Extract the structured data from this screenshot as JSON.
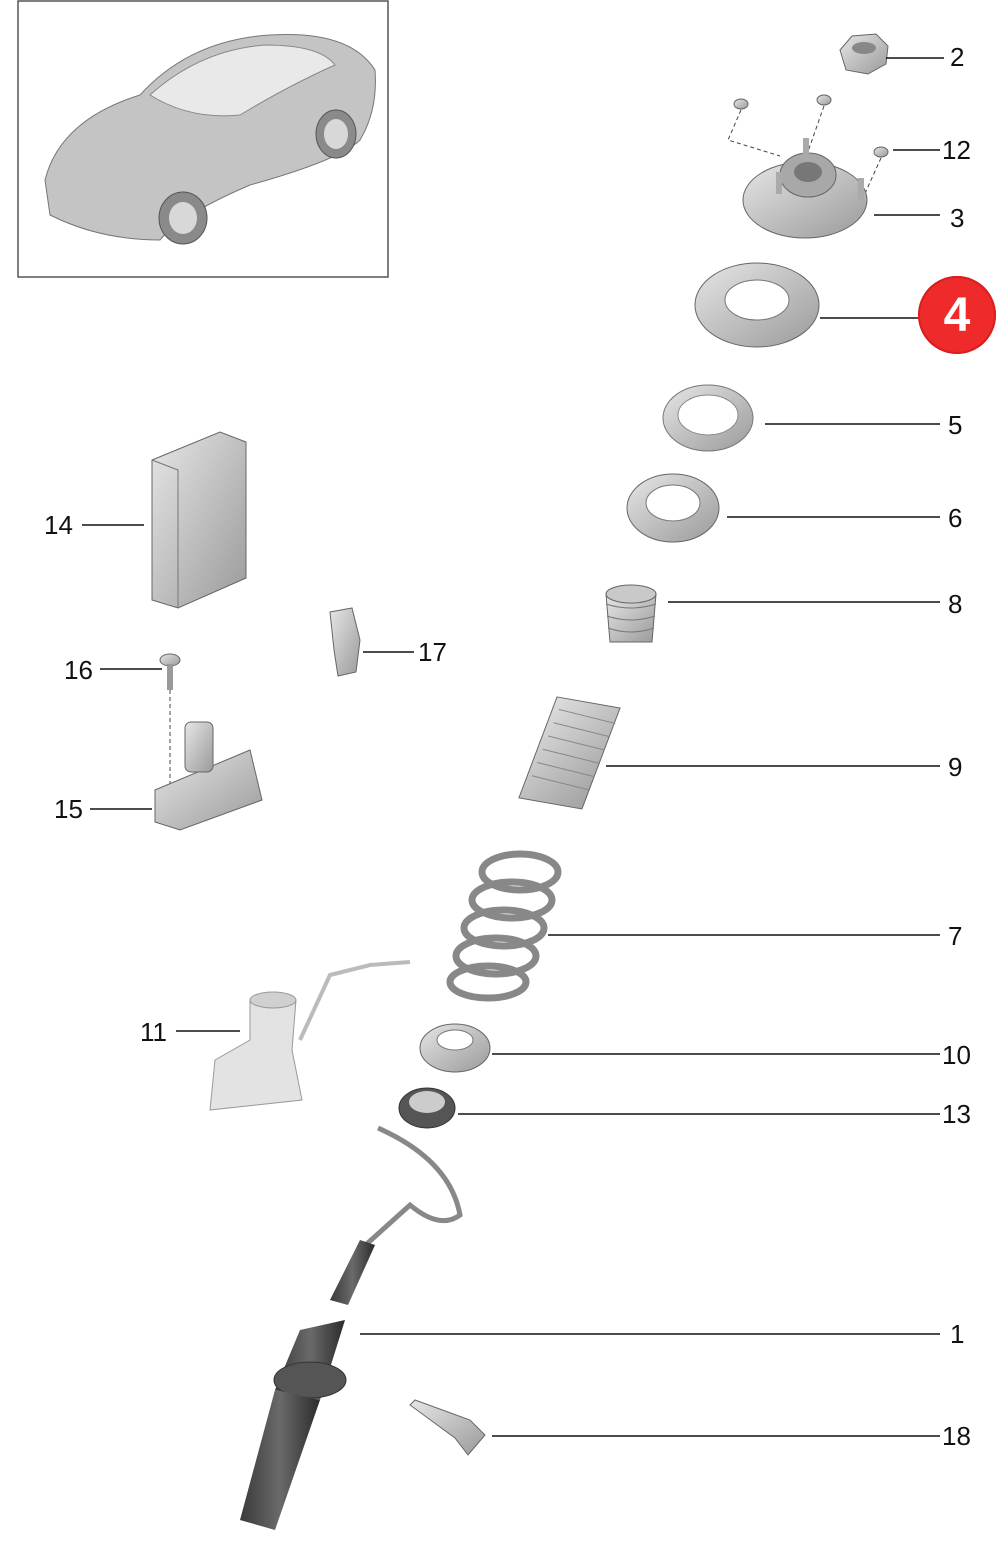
{
  "diagram": {
    "highlighted_part": "4",
    "callouts": [
      "2",
      "12",
      "3",
      "4",
      "5",
      "6",
      "8",
      "9",
      "7",
      "10",
      "13",
      "1",
      "18",
      "14",
      "16",
      "17",
      "15",
      "11"
    ],
    "highlight_color": "#ee2a2a",
    "line_color": "#111111",
    "part_fill": "#bdbdbd"
  }
}
